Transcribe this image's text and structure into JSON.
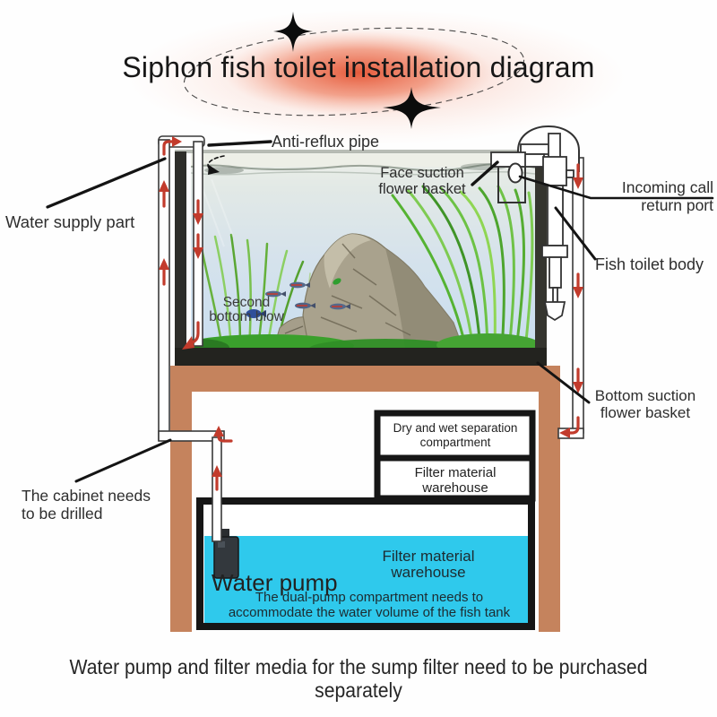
{
  "title": "Siphon fish toilet installation diagram",
  "labels": {
    "anti_reflux": "Anti-reflux pipe",
    "water_supply": "Water supply part",
    "face_suction": "Face suction\nflower basket",
    "incoming_return": "Incoming call\nreturn port",
    "fish_toilet_body": "Fish toilet body",
    "second_bottom_blow": "Second\nbottom blow",
    "bottom_suction": "Bottom suction\nflower basket",
    "cabinet_drill": "The cabinet needs\nto be drilled"
  },
  "cabinet": {
    "dry_wet_compartment": "Dry and wet separation\ncompartment",
    "filter_warehouse_upper": "Filter material\nwarehouse",
    "filter_warehouse_sump": "Filter material\nwarehouse",
    "water_pump": "Water pump",
    "dual_pump_note": "The dual-pump compartment needs to\naccommodate the water volume of the fish tank"
  },
  "footer": "Water pump and filter media for the sump filter need to be purchased\nseparately",
  "icons": {
    "sparkle": "four-point-star",
    "flow_arrow": "red-direction-arrow"
  },
  "colors": {
    "glow": "#e85c42",
    "cabinet": "#c5835d",
    "sump_water": "#2fc9ec",
    "flow_arrow": "#c23b2c",
    "box_border": "#161616"
  }
}
